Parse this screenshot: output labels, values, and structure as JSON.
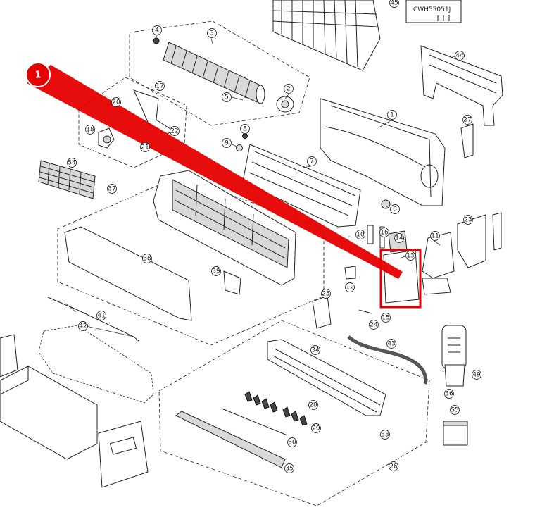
{
  "badge": {
    "number": "1",
    "arrow_color": "#e60000",
    "highlight_color": "#e60000"
  },
  "code_label": "CWH55051J",
  "callouts": [
    "1",
    "2",
    "3",
    "4",
    "5",
    "6",
    "7",
    "8",
    "9",
    "10",
    "11",
    "12",
    "13",
    "14",
    "15",
    "16",
    "17",
    "18",
    "20",
    "21",
    "22",
    "23",
    "24",
    "25",
    "26",
    "27",
    "28",
    "29",
    "30",
    "33",
    "34",
    "35",
    "36",
    "37",
    "38",
    "39",
    "41",
    "42",
    "43",
    "44",
    "45",
    "49",
    "54",
    "55"
  ]
}
